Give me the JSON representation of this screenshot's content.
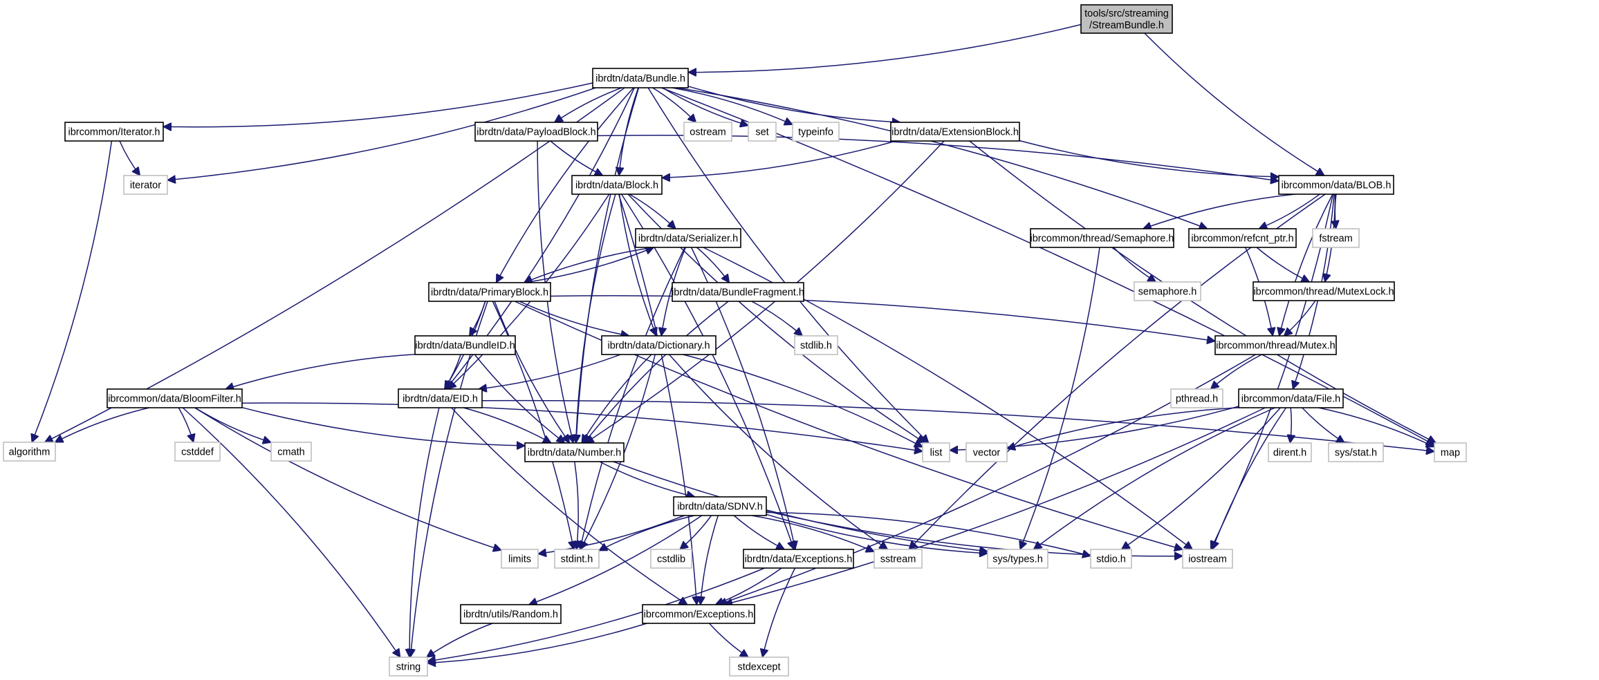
{
  "title": "Include dependency graph for tools/src/streaming/StreamBundle.h",
  "colors": {
    "edge": "#191970",
    "root_fill": "#bfbfbf",
    "internal_border": "#000000",
    "external_border": "#bfbfbf"
  },
  "nodes": [
    {
      "id": "root",
      "label": [
        "tools/src/streaming",
        "/StreamBundle.h"
      ],
      "kind": "root"
    },
    {
      "id": "bundle",
      "label": [
        "ibrdtn/data/Bundle.h"
      ],
      "kind": "internal"
    },
    {
      "id": "iterator_h",
      "label": [
        "ibrcommon/Iterator.h"
      ],
      "kind": "internal"
    },
    {
      "id": "payloadblock",
      "label": [
        "ibrdtn/data/PayloadBlock.h"
      ],
      "kind": "internal"
    },
    {
      "id": "ostream",
      "label": [
        "ostream"
      ],
      "kind": "external"
    },
    {
      "id": "set",
      "label": [
        "set"
      ],
      "kind": "external"
    },
    {
      "id": "typeinfo",
      "label": [
        "typeinfo"
      ],
      "kind": "external"
    },
    {
      "id": "extensionblock",
      "label": [
        "ibrdtn/data/ExtensionBlock.h"
      ],
      "kind": "internal"
    },
    {
      "id": "iterator",
      "label": [
        "iterator"
      ],
      "kind": "external"
    },
    {
      "id": "block",
      "label": [
        "ibrdtn/data/Block.h"
      ],
      "kind": "internal"
    },
    {
      "id": "blob",
      "label": [
        "ibrcommon/data/BLOB.h"
      ],
      "kind": "internal"
    },
    {
      "id": "serializer",
      "label": [
        "ibrdtn/data/Serializer.h"
      ],
      "kind": "internal"
    },
    {
      "id": "semaphore_h",
      "label": [
        "ibrcommon/thread/Semaphore.h"
      ],
      "kind": "internal"
    },
    {
      "id": "refcnt",
      "label": [
        "ibrcommon/refcnt_ptr.h"
      ],
      "kind": "internal"
    },
    {
      "id": "fstream",
      "label": [
        "fstream"
      ],
      "kind": "external"
    },
    {
      "id": "primaryblock",
      "label": [
        "ibrdtn/data/PrimaryBlock.h"
      ],
      "kind": "internal"
    },
    {
      "id": "bundlefragment",
      "label": [
        "ibrdtn/data/BundleFragment.h"
      ],
      "kind": "internal"
    },
    {
      "id": "semaphore",
      "label": [
        "semaphore.h"
      ],
      "kind": "external"
    },
    {
      "id": "mutexlock",
      "label": [
        "ibrcommon/thread/MutexLock.h"
      ],
      "kind": "internal"
    },
    {
      "id": "stdlib",
      "label": [
        "stdlib.h"
      ],
      "kind": "external"
    },
    {
      "id": "bundleid",
      "label": [
        "ibrdtn/data/BundleID.h"
      ],
      "kind": "internal"
    },
    {
      "id": "dictionary",
      "label": [
        "ibrdtn/data/Dictionary.h"
      ],
      "kind": "internal"
    },
    {
      "id": "mutex",
      "label": [
        "ibrcommon/thread/Mutex.h"
      ],
      "kind": "internal"
    },
    {
      "id": "bloomfilter",
      "label": [
        "ibrcommon/data/BloomFilter.h"
      ],
      "kind": "internal"
    },
    {
      "id": "eid",
      "label": [
        "ibrdtn/data/EID.h"
      ],
      "kind": "internal"
    },
    {
      "id": "pthread",
      "label": [
        "pthread.h"
      ],
      "kind": "external"
    },
    {
      "id": "file",
      "label": [
        "ibrcommon/data/File.h"
      ],
      "kind": "internal"
    },
    {
      "id": "algorithm",
      "label": [
        "algorithm"
      ],
      "kind": "external"
    },
    {
      "id": "cstddef",
      "label": [
        "cstddef"
      ],
      "kind": "external"
    },
    {
      "id": "cmath",
      "label": [
        "cmath"
      ],
      "kind": "external"
    },
    {
      "id": "number",
      "label": [
        "ibrdtn/data/Number.h"
      ],
      "kind": "internal"
    },
    {
      "id": "list",
      "label": [
        "list"
      ],
      "kind": "external"
    },
    {
      "id": "vector",
      "label": [
        "vector"
      ],
      "kind": "external"
    },
    {
      "id": "dirent",
      "label": [
        "dirent.h"
      ],
      "kind": "external"
    },
    {
      "id": "sysstat",
      "label": [
        "sys/stat.h"
      ],
      "kind": "external"
    },
    {
      "id": "map",
      "label": [
        "map"
      ],
      "kind": "external"
    },
    {
      "id": "sdnv",
      "label": [
        "ibrdtn/data/SDNV.h"
      ],
      "kind": "internal"
    },
    {
      "id": "limits",
      "label": [
        "limits"
      ],
      "kind": "external"
    },
    {
      "id": "stdint",
      "label": [
        "stdint.h"
      ],
      "kind": "external"
    },
    {
      "id": "cstdlib",
      "label": [
        "cstdlib"
      ],
      "kind": "external"
    },
    {
      "id": "dataexceptions",
      "label": [
        "ibrdtn/data/Exceptions.h"
      ],
      "kind": "internal"
    },
    {
      "id": "sstream",
      "label": [
        "sstream"
      ],
      "kind": "external"
    },
    {
      "id": "systypes",
      "label": [
        "sys/types.h"
      ],
      "kind": "external"
    },
    {
      "id": "stdio",
      "label": [
        "stdio.h"
      ],
      "kind": "external"
    },
    {
      "id": "iostream",
      "label": [
        "iostream"
      ],
      "kind": "external"
    },
    {
      "id": "random",
      "label": [
        "ibrdtn/utils/Random.h"
      ],
      "kind": "internal"
    },
    {
      "id": "commonexceptions",
      "label": [
        "ibrcommon/Exceptions.h"
      ],
      "kind": "internal"
    },
    {
      "id": "string",
      "label": [
        "string"
      ],
      "kind": "external"
    },
    {
      "id": "stdexcept",
      "label": [
        "stdexcept"
      ],
      "kind": "external"
    }
  ],
  "edges": [
    [
      "root",
      "bundle"
    ],
    [
      "root",
      "blob"
    ],
    [
      "bundle",
      "iterator_h"
    ],
    [
      "bundle",
      "payloadblock"
    ],
    [
      "bundle",
      "ostream"
    ],
    [
      "bundle",
      "set"
    ],
    [
      "bundle",
      "typeinfo"
    ],
    [
      "bundle",
      "extensionblock"
    ],
    [
      "bundle",
      "iterator"
    ],
    [
      "bundle",
      "block"
    ],
    [
      "bundle",
      "refcnt"
    ],
    [
      "bundle",
      "primaryblock"
    ],
    [
      "bundle",
      "eid"
    ],
    [
      "bundle",
      "number"
    ],
    [
      "bundle",
      "algorithm"
    ],
    [
      "bundle",
      "list"
    ],
    [
      "bundle",
      "map"
    ],
    [
      "iterator_h",
      "iterator"
    ],
    [
      "iterator_h",
      "algorithm"
    ],
    [
      "payloadblock",
      "block"
    ],
    [
      "payloadblock",
      "blob"
    ],
    [
      "payloadblock",
      "number"
    ],
    [
      "extensionblock",
      "block"
    ],
    [
      "extensionblock",
      "blob"
    ],
    [
      "extensionblock",
      "number"
    ],
    [
      "extensionblock",
      "map"
    ],
    [
      "block",
      "serializer"
    ],
    [
      "block",
      "dictionary"
    ],
    [
      "block",
      "eid"
    ],
    [
      "block",
      "number"
    ],
    [
      "block",
      "dataexceptions"
    ],
    [
      "block",
      "list"
    ],
    [
      "block",
      "commonexceptions"
    ],
    [
      "blob",
      "semaphore_h"
    ],
    [
      "blob",
      "refcnt"
    ],
    [
      "blob",
      "fstream"
    ],
    [
      "blob",
      "mutexlock"
    ],
    [
      "blob",
      "mutex"
    ],
    [
      "blob",
      "file"
    ],
    [
      "blob",
      "sstream"
    ],
    [
      "blob",
      "iostream"
    ],
    [
      "serializer",
      "primaryblock"
    ],
    [
      "serializer",
      "bundlefragment"
    ],
    [
      "serializer",
      "dictionary"
    ],
    [
      "serializer",
      "dataexceptions"
    ],
    [
      "serializer",
      "stdint"
    ],
    [
      "serializer",
      "iostream"
    ],
    [
      "semaphore_h",
      "semaphore"
    ],
    [
      "semaphore_h",
      "systypes"
    ],
    [
      "refcnt",
      "mutexlock"
    ],
    [
      "refcnt",
      "mutex"
    ],
    [
      "primaryblock",
      "serializer"
    ],
    [
      "primaryblock",
      "bundleid"
    ],
    [
      "primaryblock",
      "dictionary"
    ],
    [
      "primaryblock",
      "eid"
    ],
    [
      "primaryblock",
      "number"
    ],
    [
      "primaryblock",
      "mutex"
    ],
    [
      "primaryblock",
      "string"
    ],
    [
      "primaryblock",
      "stdint"
    ],
    [
      "primaryblock",
      "iostream"
    ],
    [
      "bundlefragment",
      "stdlib"
    ],
    [
      "bundlefragment",
      "number"
    ],
    [
      "mutexlock",
      "mutex"
    ],
    [
      "bundleid",
      "bloomfilter"
    ],
    [
      "bundleid",
      "eid"
    ],
    [
      "bundleid",
      "number"
    ],
    [
      "dictionary",
      "eid"
    ],
    [
      "dictionary",
      "number"
    ],
    [
      "dictionary",
      "list"
    ],
    [
      "dictionary",
      "sstream"
    ],
    [
      "dictionary",
      "stdint"
    ],
    [
      "mutex",
      "pthread"
    ],
    [
      "mutex",
      "commonexceptions"
    ],
    [
      "bloomfilter",
      "algorithm"
    ],
    [
      "bloomfilter",
      "cstddef"
    ],
    [
      "bloomfilter",
      "cmath"
    ],
    [
      "bloomfilter",
      "list"
    ],
    [
      "bloomfilter",
      "limits"
    ],
    [
      "bloomfilter",
      "string"
    ],
    [
      "bloomfilter",
      "number"
    ],
    [
      "eid",
      "number"
    ],
    [
      "eid",
      "string"
    ],
    [
      "eid",
      "map"
    ],
    [
      "eid",
      "commonexceptions"
    ],
    [
      "file",
      "list"
    ],
    [
      "file",
      "vector"
    ],
    [
      "file",
      "dirent"
    ],
    [
      "file",
      "sysstat"
    ],
    [
      "file",
      "map"
    ],
    [
      "file",
      "systypes"
    ],
    [
      "file",
      "stdio"
    ],
    [
      "file",
      "iostream"
    ],
    [
      "file",
      "commonexceptions"
    ],
    [
      "number",
      "sdnv"
    ],
    [
      "number",
      "stdint"
    ],
    [
      "number",
      "systypes"
    ],
    [
      "sdnv",
      "limits"
    ],
    [
      "sdnv",
      "stdint"
    ],
    [
      "sdnv",
      "cstdlib"
    ],
    [
      "sdnv",
      "dataexceptions"
    ],
    [
      "sdnv",
      "sstream"
    ],
    [
      "sdnv",
      "systypes"
    ],
    [
      "sdnv",
      "stdio"
    ],
    [
      "sdnv",
      "iostream"
    ],
    [
      "sdnv",
      "random"
    ],
    [
      "sdnv",
      "commonexceptions"
    ],
    [
      "dataexceptions",
      "commonexceptions"
    ],
    [
      "dataexceptions",
      "stdexcept"
    ],
    [
      "dataexceptions",
      "string"
    ],
    [
      "random",
      "string"
    ],
    [
      "commonexceptions",
      "string"
    ],
    [
      "commonexceptions",
      "stdexcept"
    ]
  ]
}
